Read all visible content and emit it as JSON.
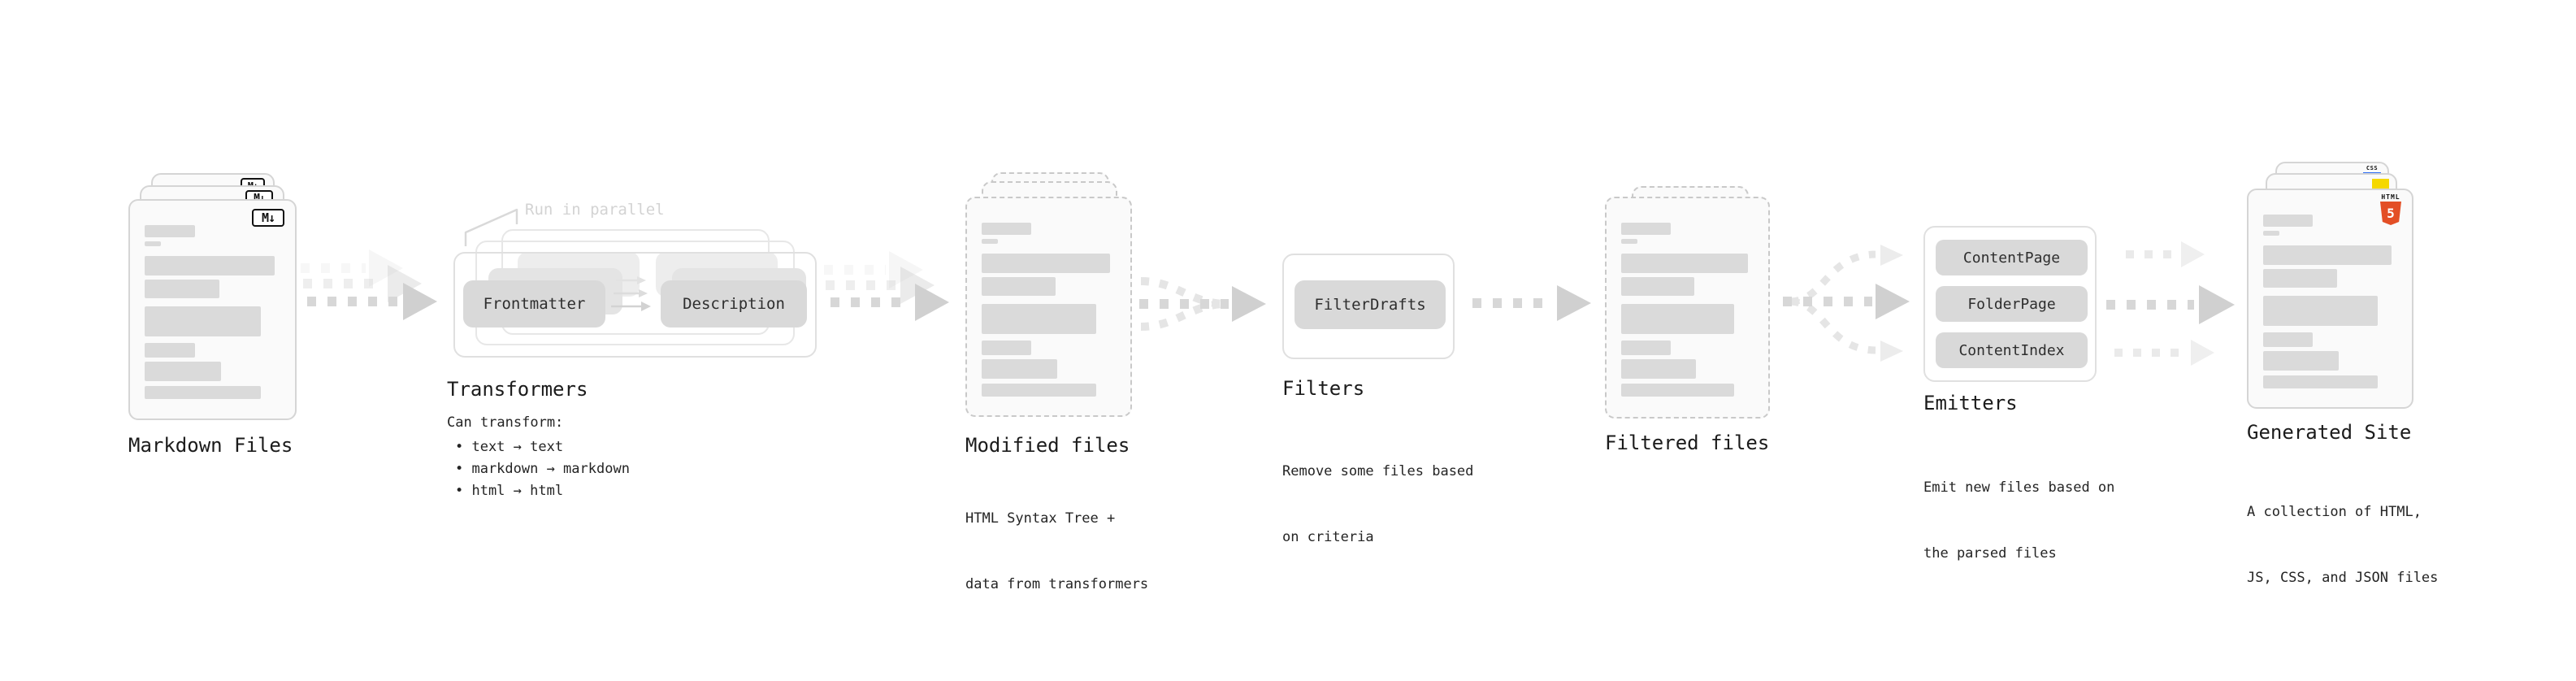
{
  "stages": {
    "markdown": {
      "label": "Markdown Files"
    },
    "transformers": {
      "label": "Transformers",
      "annotation": "Run in parallel",
      "pill_frontmatter": "Frontmatter",
      "pill_description": "Description",
      "desc_title": "Can transform:",
      "bullets": [
        "• text → text",
        "• markdown → markdown",
        "• html → html"
      ]
    },
    "modified": {
      "label": "Modified files",
      "desc_line1": "HTML Syntax Tree +",
      "desc_line2": "data from transformers"
    },
    "filters": {
      "label": "Filters",
      "pill": "FilterDrafts",
      "desc_line1": "Remove some files based",
      "desc_line2": "on criteria"
    },
    "filtered": {
      "label": "Filtered files"
    },
    "emitters": {
      "label": "Emitters",
      "pills": [
        "ContentPage",
        "FolderPage",
        "ContentIndex"
      ],
      "desc_line1": "Emit new files based on",
      "desc_line2": "the parsed files"
    },
    "generated": {
      "label": "Generated Site",
      "desc_line1": "A collection of HTML,",
      "desc_line2": "JS, CSS, and JSON files"
    }
  },
  "icons": {
    "markdown_badge": "M↓",
    "html5_wordmark": "HTML",
    "html5_shield_glyph": "5",
    "css_wordmark": "CSS"
  },
  "colors": {
    "html5_orange": "#E34F26",
    "js_yellow": "#F5D800",
    "css_blue": "#2B6BF3",
    "card_border": "#d5d5d5",
    "arrow_gray": "#d7d7d7"
  }
}
